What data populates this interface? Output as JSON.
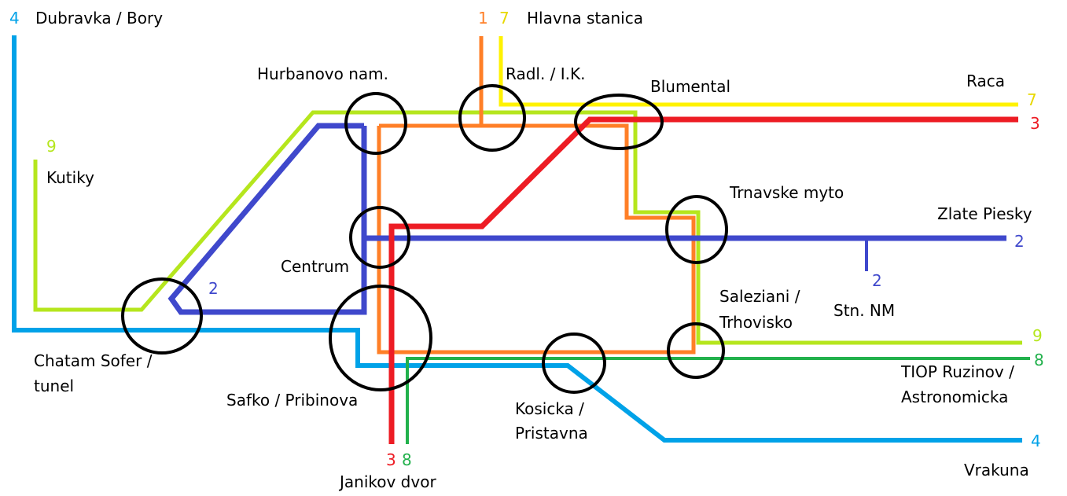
{
  "colors": {
    "line1": "#ff7f27",
    "line2": "#3f48cc",
    "line3": "#ed1c24",
    "line4": "#00a2e8",
    "line7": "#fff200",
    "line8": "#22b14c",
    "line9": "#b5e61d"
  },
  "lines": {
    "l4_top": "4",
    "l1_top": "1",
    "l7_top": "7",
    "l9_top": "9",
    "l7_right": "7",
    "l3_right": "3",
    "l2_right": "2",
    "l2_branch": "2",
    "l2_loop": "2",
    "l9_right": "9",
    "l8_right": "8",
    "l4_right": "4",
    "l3_bottom": "3",
    "l8_bottom": "8"
  },
  "stations": {
    "dubravka": "Dubravka / Bory",
    "hlavna": "Hlavna stanica",
    "hurbanovo": "Hurbanovo nam.",
    "radl": "Radl. / I.K.",
    "blumental": "Blumental",
    "raca": "Raca",
    "kutiky": "Kutiky",
    "trnavske": "Trnavske myto",
    "zlate": "Zlate Piesky",
    "centrum": "Centrum",
    "saleziani_1": "Saleziani /",
    "saleziani_2": "Trhovisko",
    "stn": "Stn. NM",
    "chatam_1": "Chatam Sofer /",
    "chatam_2": "tunel",
    "tiop_1": "TIOP Ruzinov /",
    "tiop_2": "Astronomicka",
    "safko": "Safko / Pribinova",
    "kosicka_1": "Kosicka /",
    "kosicka_2": "Pristavna",
    "janikov": "Janikov dvor",
    "vrakuna": "Vrakuna"
  }
}
